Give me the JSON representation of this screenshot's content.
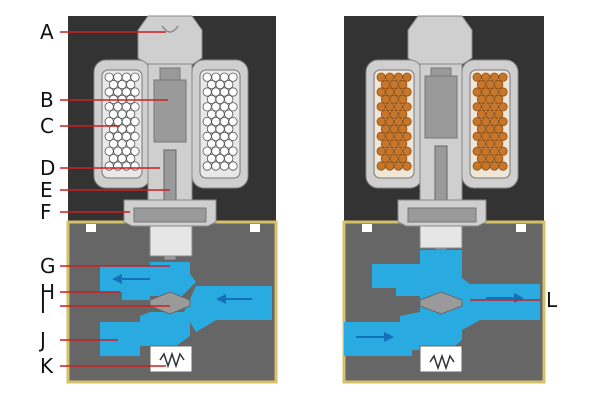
{
  "labels": {
    "a": "A",
    "b": "B",
    "c": "C",
    "d": "D",
    "e": "E",
    "f": "F",
    "g": "G",
    "h": "H",
    "i": "I",
    "j": "J",
    "k": "K",
    "l": "L"
  },
  "colors": {
    "housing": "#333333",
    "body": "#666666",
    "body_border": "#d4c06a",
    "metal": "#cfcfcf",
    "metal_dark": "#9a9a9a",
    "fluid": "#29abe2",
    "arrow": "#1470b8",
    "coil_idle": "#ffffff",
    "coil_active": "#c8762a",
    "leader": "#cc1f1f",
    "text": "#111111"
  }
}
